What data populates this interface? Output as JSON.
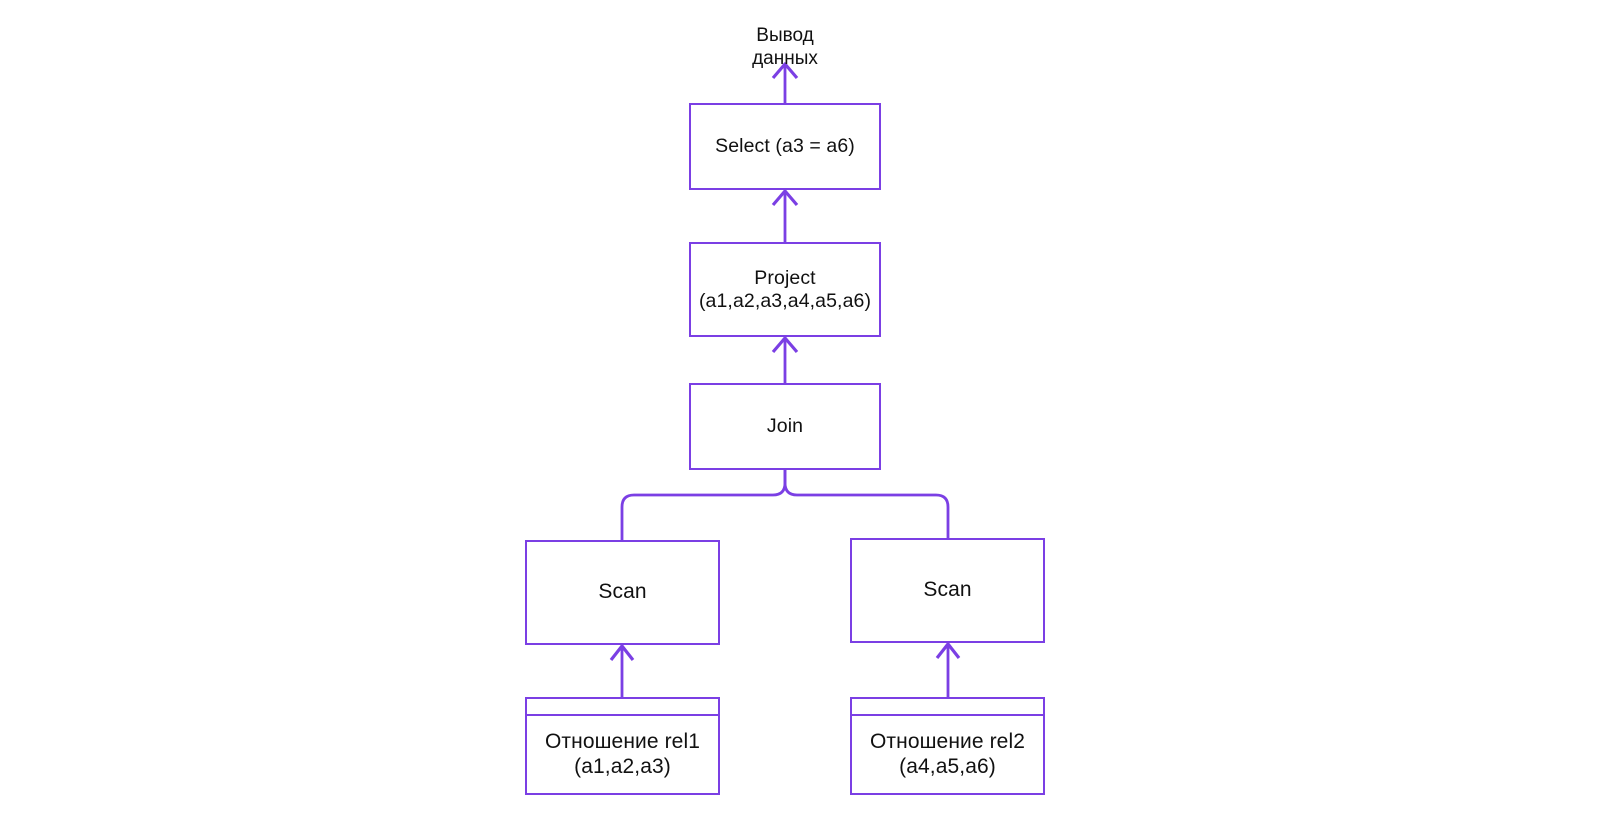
{
  "diagram": {
    "title_text": "Вывод\nданных",
    "accent_color": "#7b3fe4",
    "text_color": "#111111",
    "background_color": "#ffffff",
    "nodes": [
      {
        "id": "output",
        "kind": "text",
        "label": "Вывод\nданных"
      },
      {
        "id": "select",
        "kind": "operator",
        "label": "Select (a3 = a6)"
      },
      {
        "id": "project",
        "kind": "operator",
        "label": "Project\n(a1,a2,a3,a4,a5,a6)"
      },
      {
        "id": "join",
        "kind": "operator",
        "label": "Join"
      },
      {
        "id": "scan_left",
        "kind": "operator",
        "label": "Scan"
      },
      {
        "id": "scan_right",
        "kind": "operator",
        "label": "Scan"
      },
      {
        "id": "rel1",
        "kind": "relation",
        "label": "Отношение rel1\n(a1,a2,a3)"
      },
      {
        "id": "rel2",
        "kind": "relation",
        "label": "Отношение rel2\n(a4,a5,a6)"
      }
    ],
    "edges": [
      {
        "from": "select",
        "to": "output",
        "style": "arrow"
      },
      {
        "from": "project",
        "to": "select",
        "style": "arrow"
      },
      {
        "from": "join",
        "to": "project",
        "style": "arrow"
      },
      {
        "from": "scan_left",
        "to": "join",
        "style": "tree-branch"
      },
      {
        "from": "scan_right",
        "to": "join",
        "style": "tree-branch"
      },
      {
        "from": "rel1",
        "to": "scan_left",
        "style": "arrow"
      },
      {
        "from": "rel2",
        "to": "scan_right",
        "style": "arrow"
      }
    ]
  }
}
